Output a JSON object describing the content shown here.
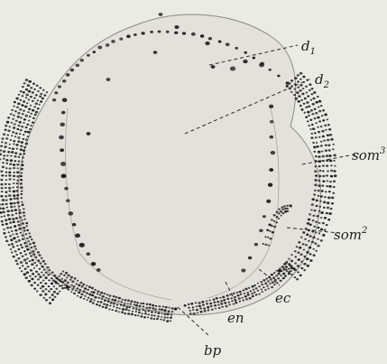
{
  "figure": {
    "colors": {
      "background": "#ebebe6",
      "embryo_fill": "#e2e1dc",
      "ink": "#1e1e1e",
      "outline": "#8a8a86"
    },
    "labels": {
      "d1": {
        "base": "d",
        "sub": "1"
      },
      "d2": {
        "base": "d",
        "sub": "2"
      },
      "som3": {
        "base": "som",
        "sup": "3"
      },
      "som2": {
        "base": "som",
        "sup": "2"
      },
      "ec": {
        "base": "ec"
      },
      "en": {
        "base": "en"
      },
      "bp": {
        "base": "bp"
      }
    }
  }
}
